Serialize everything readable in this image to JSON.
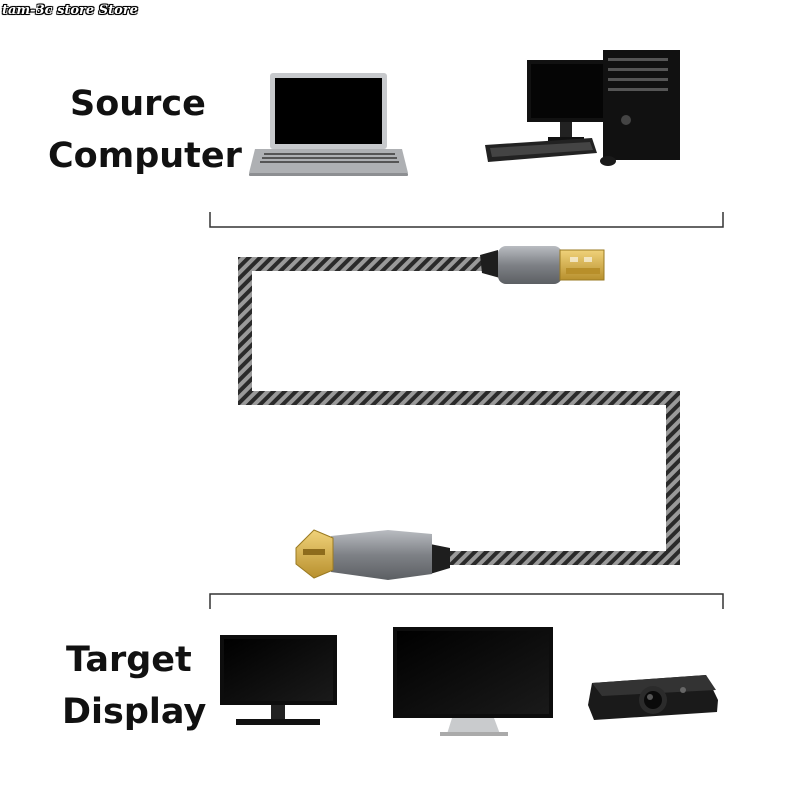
{
  "watermark": "tam-3c store Store",
  "source": {
    "line1": "Source",
    "line2": "Computer"
  },
  "target": {
    "line1": "Target",
    "line2": "Display"
  },
  "colors": {
    "cable_dark": "#2a2a2a",
    "cable_light": "#9a9a9a",
    "connector_metal": "#8c8f94",
    "connector_gold": "#d6b24c",
    "device_dark": "#111111",
    "bracket": "#333333"
  },
  "icons": [
    "laptop-icon",
    "desktop-pc-icon",
    "monitor-icon",
    "tv-icon",
    "projector-icon",
    "usb-a-connector-icon",
    "hdmi-connector-icon"
  ]
}
